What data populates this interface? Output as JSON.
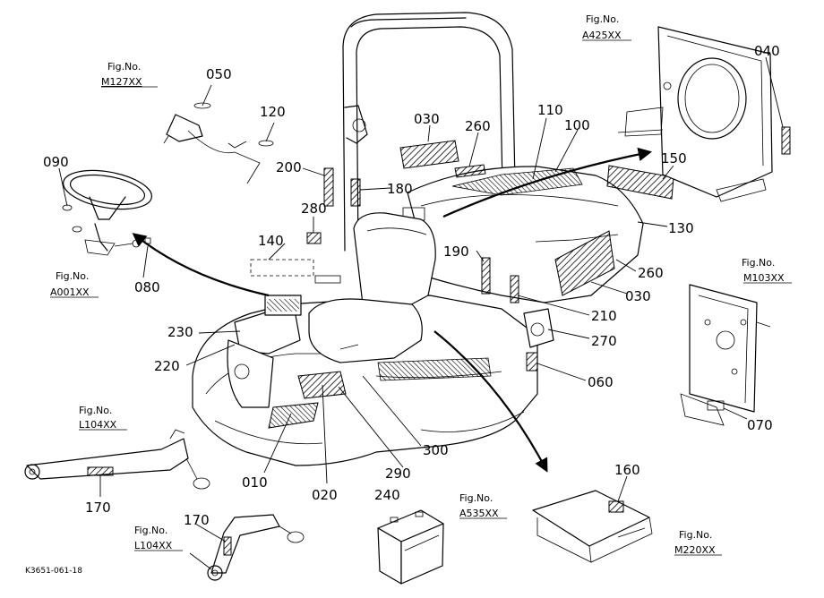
{
  "doc_code": "K3651-061-18",
  "fig_refs": [
    {
      "key": "m127",
      "prefix": "Fig.No.",
      "num": "M127XX"
    },
    {
      "key": "a425",
      "prefix": "Fig.No.",
      "num": "A425XX"
    },
    {
      "key": "a001",
      "prefix": "Fig.No.",
      "num": "A001XX"
    },
    {
      "key": "m103",
      "prefix": "Fig.No.",
      "num": "M103XX"
    },
    {
      "key": "l104a",
      "prefix": "Fig.No.",
      "num": "L104XX"
    },
    {
      "key": "l104b",
      "prefix": "Fig.No.",
      "num": "L104XX"
    },
    {
      "key": "a535",
      "prefix": "Fig.No.",
      "num": "A535XX"
    },
    {
      "key": "m220",
      "prefix": "Fig.No.",
      "num": "M220XX"
    }
  ],
  "callouts": [
    "050",
    "120",
    "090",
    "080",
    "200",
    "180",
    "280",
    "140",
    "030",
    "260",
    "110",
    "100",
    "150",
    "130",
    "190",
    "260",
    "030",
    "210",
    "270",
    "060",
    "230",
    "220",
    "010",
    "020",
    "290",
    "300",
    "240",
    "160",
    "170",
    "170",
    "040",
    "070"
  ],
  "colors": {
    "line": "#000000",
    "background": "#ffffff"
  }
}
